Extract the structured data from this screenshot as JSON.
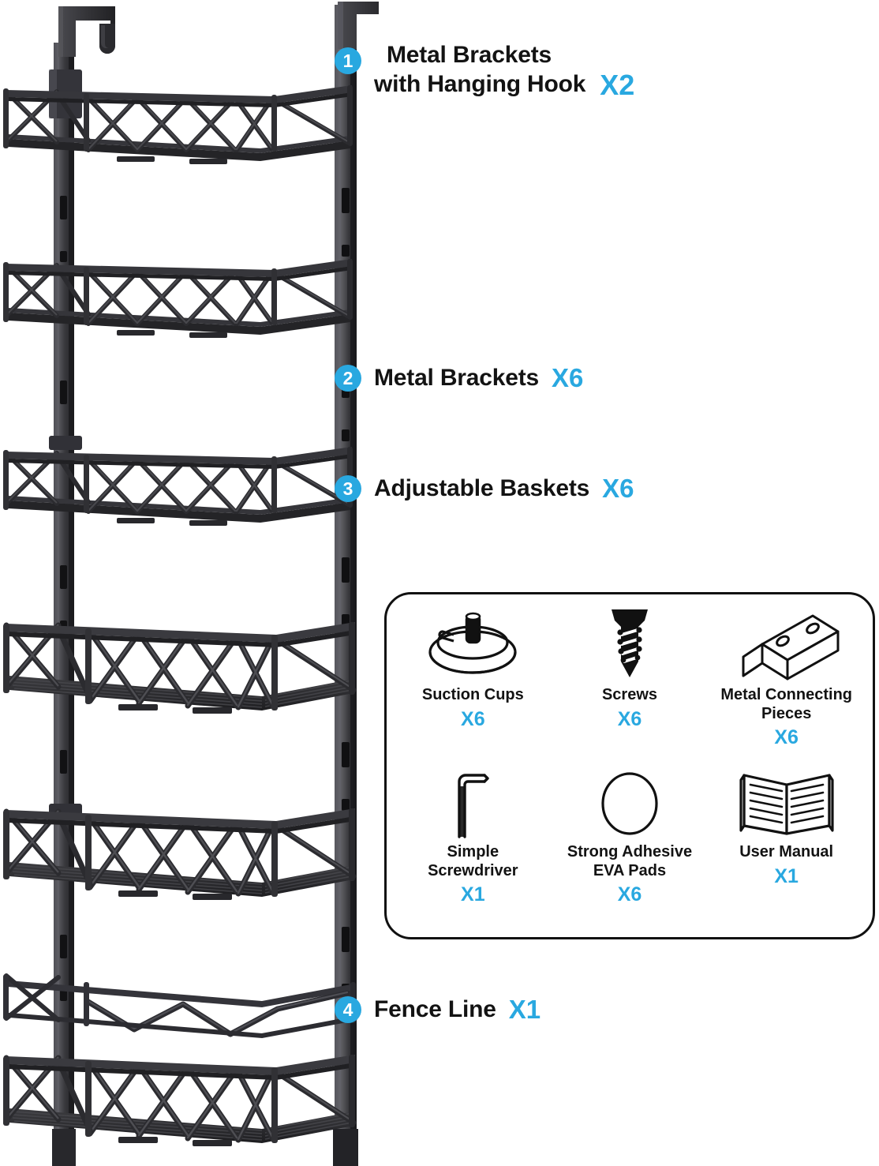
{
  "callouts": [
    {
      "number": "1",
      "label_line1": "Metal Brackets",
      "label_line2": "with Hanging Hook",
      "qty": "X2",
      "icon": "numbered-badge-icon"
    },
    {
      "number": "2",
      "label": "Metal Brackets",
      "qty": "X6",
      "icon": "numbered-badge-icon"
    },
    {
      "number": "3",
      "label": "Adjustable Baskets",
      "qty": "X6",
      "icon": "numbered-badge-icon"
    },
    {
      "number": "4",
      "label": "Fence Line",
      "qty": "X1",
      "icon": "numbered-badge-icon"
    }
  ],
  "accessories": [
    {
      "label": "Suction Cups",
      "qty": "X6",
      "icon": "suction-cup-icon"
    },
    {
      "label": "Screws",
      "qty": "X6",
      "icon": "screw-icon"
    },
    {
      "label": "Metal Connecting\nPieces",
      "qty": "X6",
      "icon": "metal-connecting-piece-icon"
    },
    {
      "label": "Simple\nScrewdriver",
      "qty": "X1",
      "icon": "hex-key-screwdriver-icon"
    },
    {
      "label": "Strong Adhesive\nEVA Pads",
      "qty": "X6",
      "icon": "eva-pad-icon"
    },
    {
      "label": "User Manual",
      "qty": "X1",
      "icon": "user-manual-icon"
    }
  ],
  "product": {
    "name": "Over-the-door hanging storage rack",
    "basket_count": 6,
    "rail_count": 2,
    "hook_count": 2,
    "fence_line_count": 1
  },
  "colors": {
    "accent_blue": "#29A8E0",
    "text_black": "#131313",
    "metal_dark": "#2e2e31",
    "metal_light": "#4a4a4e",
    "background": "#ffffff"
  }
}
